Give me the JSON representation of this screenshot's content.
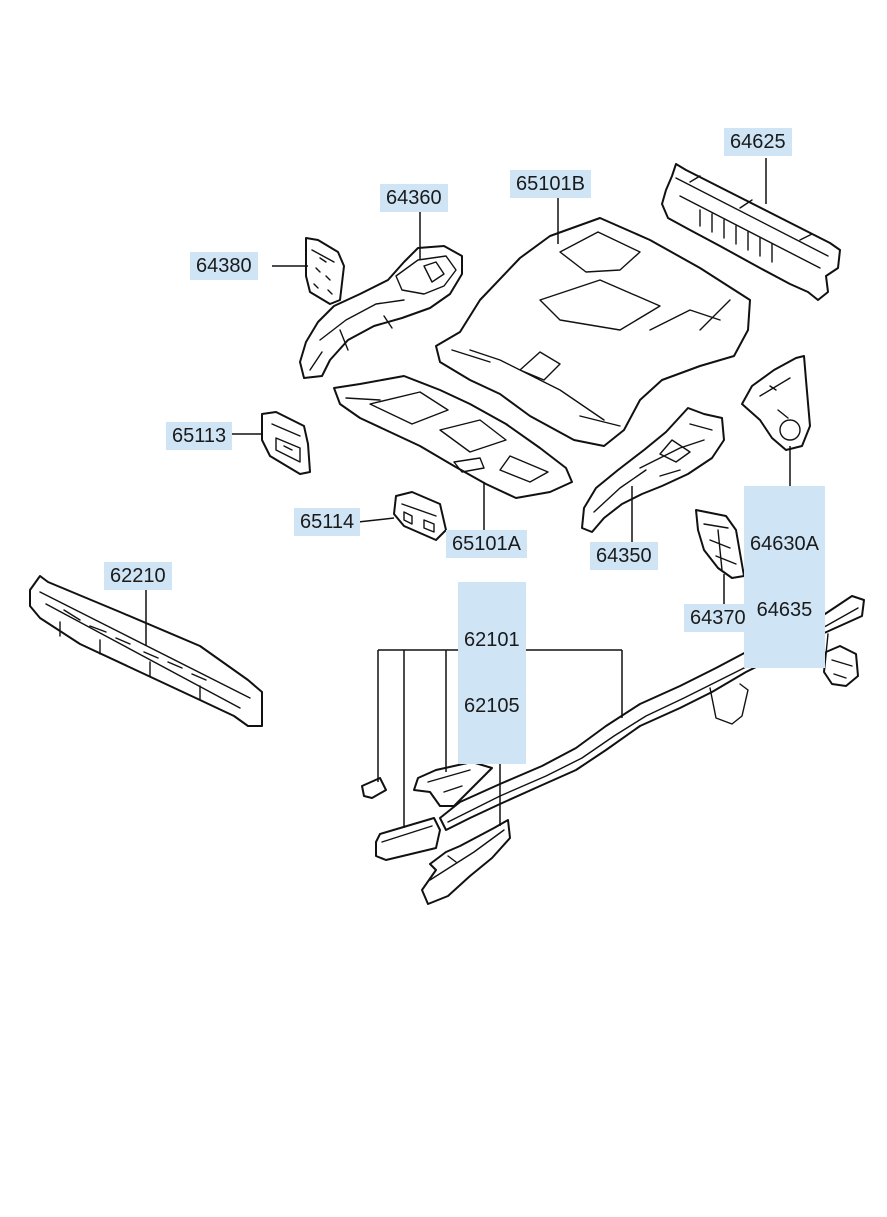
{
  "diagram": {
    "labels": {
      "p64625": "64625",
      "p64360": "64360",
      "p65101B": "65101B",
      "p64380": "64380",
      "p65113": "65113",
      "p65114": "65114",
      "p65101A": "65101A",
      "p64350": "64350",
      "p64630A": "64630A",
      "p64635": "64635",
      "p64370": "64370",
      "p62210": "62210",
      "p62101": "62101",
      "p62105": "62105"
    },
    "colors": {
      "label_background": "#cfe4f5",
      "line": "#111111"
    }
  }
}
